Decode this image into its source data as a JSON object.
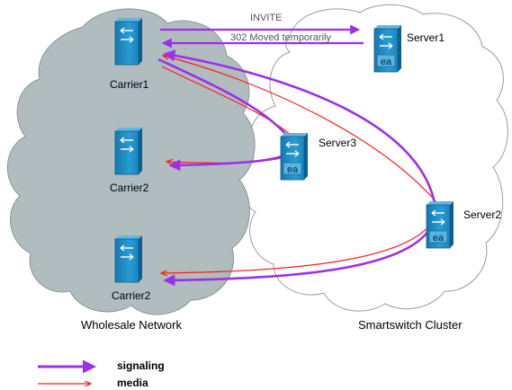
{
  "nodes": {
    "carrier1": "Carrier1",
    "carrier2_top": "Carrier2",
    "carrier2_bottom": "Carrier2",
    "server1": "Server1",
    "server2": "Server2",
    "server3": "Server3"
  },
  "clouds": {
    "wholesale": "Wholesale Network",
    "smartswitch": "Smartswitch Cluster"
  },
  "messages": {
    "invite": "INVITE",
    "moved": "302 Moved temporarily"
  },
  "legend": {
    "signaling": "signaling",
    "media": "media"
  },
  "colors": {
    "signaling": "#9b30e8",
    "media": "#ff1a1a",
    "wholesale_cloud": "#b0bcbe",
    "device": "#1d8fc4"
  },
  "icons": [
    "switch-icon",
    "server-icon"
  ]
}
